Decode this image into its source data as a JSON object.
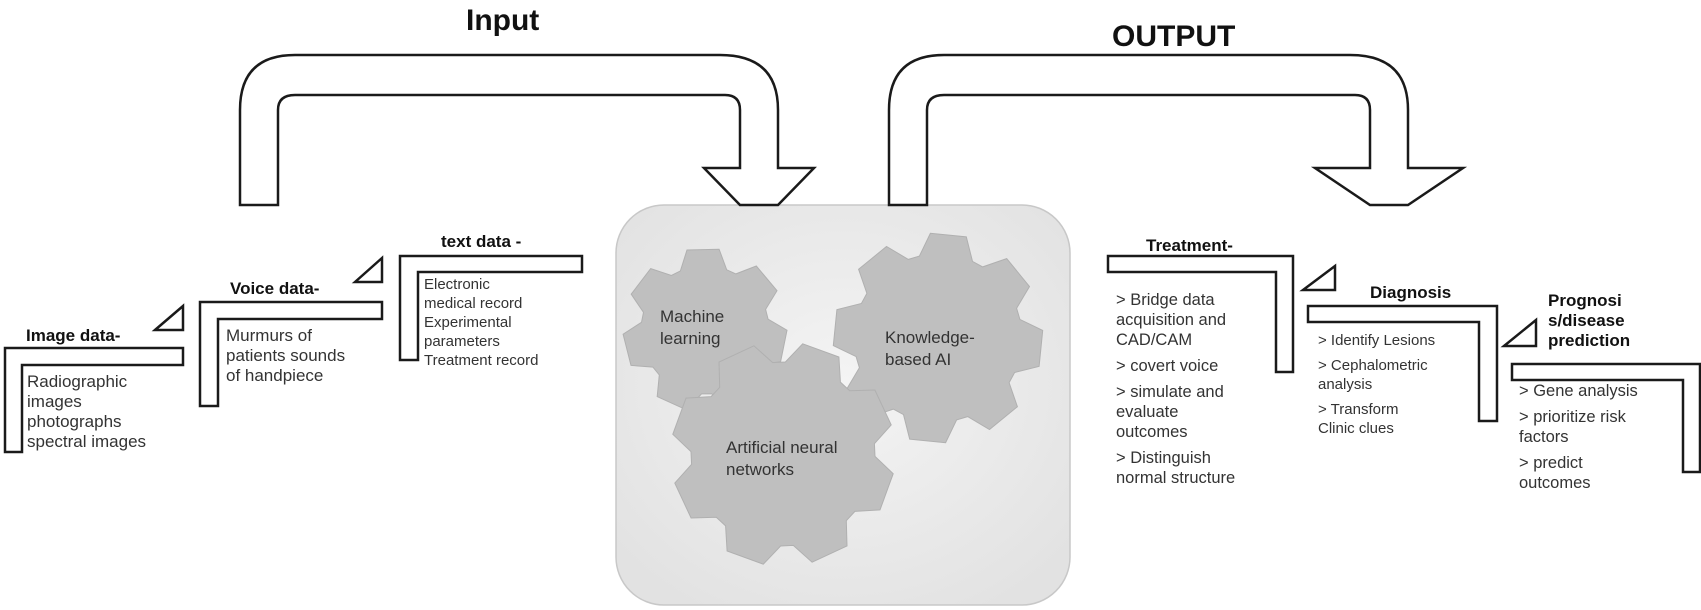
{
  "titles": {
    "input": "Input",
    "output": "OUTPUT"
  },
  "inputs": {
    "image": {
      "heading": "Image data-",
      "lines": [
        "Radiographic",
        "images",
        "photographs",
        "spectral images"
      ]
    },
    "voice": {
      "heading": "Voice data-",
      "lines": [
        "Murmurs of",
        "patients sounds",
        "of handpiece"
      ]
    },
    "text": {
      "heading": "text data -",
      "lines": [
        "Electronic",
        "medical record",
        "Experimental",
        "parameters",
        "Treatment record"
      ]
    }
  },
  "center": {
    "gears": {
      "ml": [
        "Machine",
        "learning"
      ],
      "kb": [
        "Knowledge-",
        "based AI"
      ],
      "ann": [
        "Artificial neural",
        "networks"
      ]
    }
  },
  "outputs": {
    "treatment": {
      "heading": "Treatment-",
      "lines": [
        "> Bridge data",
        "acquisition and",
        "CAD/CAM",
        "> covert voice",
        "> simulate and",
        "evaluate",
        "outcomes",
        "> Distinguish",
        "normal structure"
      ]
    },
    "diagnosis": {
      "heading": "Diagnosis",
      "lines": [
        "> Identify Lesions",
        "> Cephalometric",
        "analysis",
        "> Transform",
        "Clinic clues"
      ]
    },
    "prognosis": {
      "heading": [
        "Prognosi",
        "s/disease",
        "prediction"
      ],
      "lines": [
        "> Gene analysis",
        "> prioritize risk",
        "factors",
        "> predict",
        "outcomes"
      ]
    }
  },
  "colors": {
    "stroke": "#1a1a1a",
    "gear": "#bfbfbf",
    "panel": "#ececec",
    "panel_border": "#c8c8c8"
  }
}
